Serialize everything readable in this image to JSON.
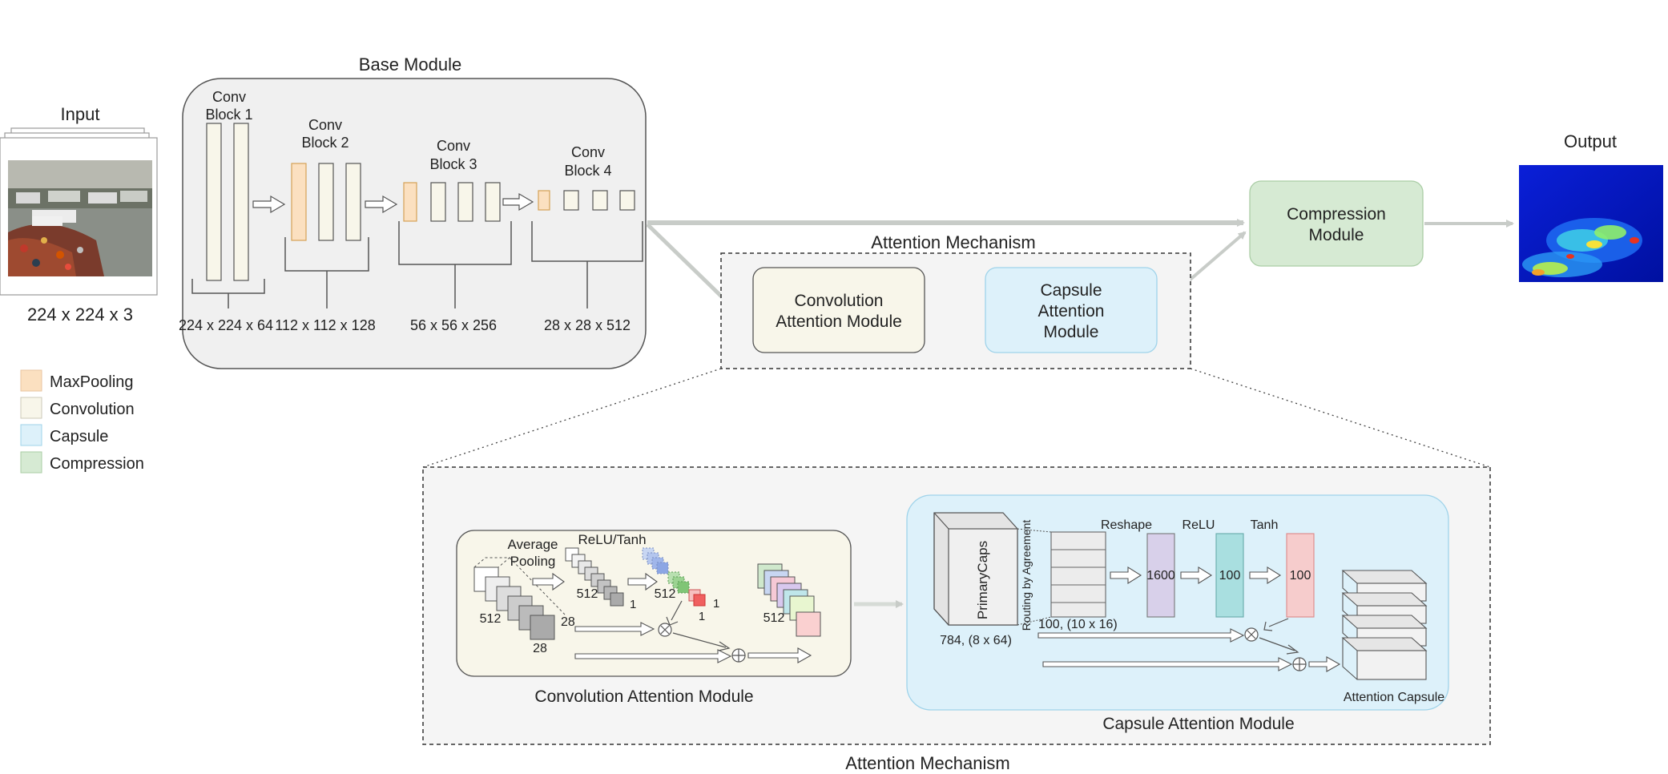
{
  "input": {
    "title": "Input",
    "dims": "224 x 224 x 3"
  },
  "base_module": {
    "title": "Base Module",
    "blocks": [
      {
        "line1": "Conv",
        "line2": "Block 1",
        "dims": "224 x 224 x 64"
      },
      {
        "line1": "Conv",
        "line2": "Block 2",
        "dims": "112 x 112 x 128"
      },
      {
        "line1": "Conv",
        "line2": "Block 3",
        "dims": "56 x 56 x 256"
      },
      {
        "line1": "Conv",
        "line2": "Block 4",
        "dims": "28 x 28 x 512"
      }
    ]
  },
  "attention": {
    "title_top": "Attention Mechanism",
    "conv_module": [
      "Convolution",
      "Attention Module"
    ],
    "caps_module": [
      "Capsule",
      "Attention",
      "Module"
    ]
  },
  "compression": {
    "line1": "Compression",
    "line2": "Module"
  },
  "output": {
    "title": "Output"
  },
  "legend": [
    {
      "label": "MaxPooling",
      "color": "#fbe0c0"
    },
    {
      "label": "Convolution",
      "color": "#f8f6ea"
    },
    {
      "label": "Capsule",
      "color": "#ddf1fa"
    },
    {
      "label": "Compression",
      "color": "#d6ead3"
    }
  ],
  "detail": {
    "title_bottom": "Attention Mechanism",
    "conv": {
      "caption": "Convolution Attention Module",
      "avg_pool_1": "Average",
      "avg_pool_2": "Pooling",
      "relu_tanh": "ReLU/Tanh",
      "n512a": "512",
      "n28a": "28",
      "n28b": "28",
      "n512b": "512",
      "n1a": "1",
      "n512c": "512",
      "n1b": "1",
      "n1c": "1",
      "n512d": "512"
    },
    "caps": {
      "caption": "Capsule Attention Module",
      "primary": "PrimaryCaps",
      "primary_dims": "784, (8 x 64)",
      "routing": "Routing by Agreement",
      "routing_dims": "100, (10 x 16)",
      "reshape": "Reshape",
      "relu": "ReLU",
      "tanh": "Tanh",
      "v1600": "1600",
      "v100a": "100",
      "v100b": "100",
      "attn_capsule": "Attention Capsule"
    }
  }
}
